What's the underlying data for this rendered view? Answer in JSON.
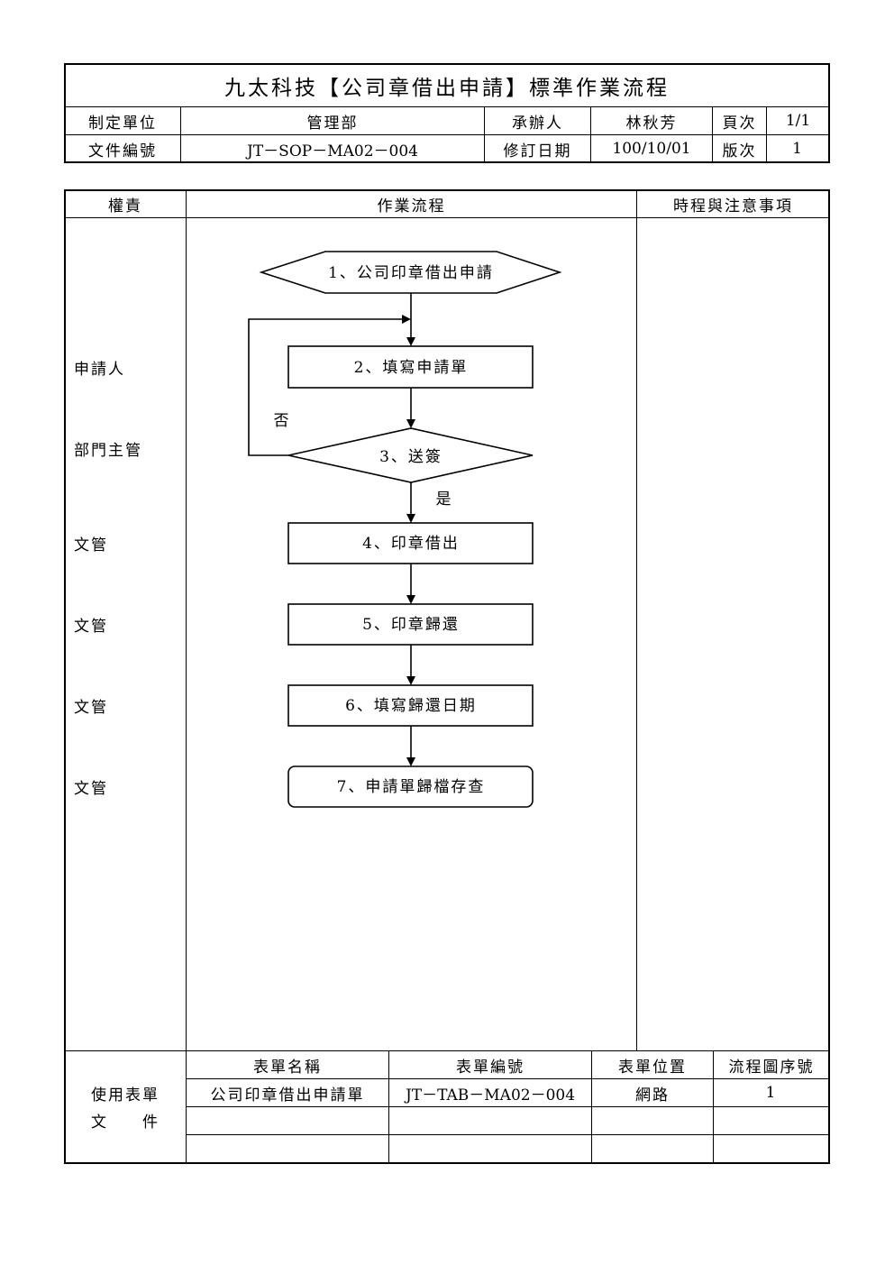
{
  "header": {
    "title": "九太科技【公司章借出申請】標準作業流程",
    "rows": [
      [
        "制定單位",
        "管理部",
        "承辦人",
        "林秋芳",
        "頁次",
        "1/1"
      ],
      [
        "文件編號",
        "JT－SOP－MA02－004",
        "修訂日期",
        "100/10/01",
        "版次",
        "1"
      ]
    ]
  },
  "columns": {
    "responsibility": "權責",
    "workflow": "作業流程",
    "notes": "時程與注意事項"
  },
  "responsibilities": [
    "申請人",
    "部門主管",
    "文管",
    "文管",
    "文管",
    "文管"
  ],
  "flowchart": {
    "steps": [
      {
        "id": 1,
        "label": "1、公司印章借出申請",
        "shape": "hexagon"
      },
      {
        "id": 2,
        "label": "2、填寫申請單",
        "shape": "rect"
      },
      {
        "id": 3,
        "label": "3、送簽",
        "shape": "diamond"
      },
      {
        "id": 4,
        "label": "4、印章借出",
        "shape": "rect"
      },
      {
        "id": 5,
        "label": "5、印章歸還",
        "shape": "rect"
      },
      {
        "id": 6,
        "label": "6、填寫歸還日期",
        "shape": "rect"
      },
      {
        "id": 7,
        "label": "7、申請單歸檔存查",
        "shape": "rounded-rect"
      }
    ],
    "no_label": "否",
    "yes_label": "是"
  },
  "forms": {
    "section_label_1": "使用表單",
    "section_label_2": "文　　件",
    "headers": [
      "表單名稱",
      "表單編號",
      "表單位置",
      "流程圖序號"
    ],
    "rows": [
      [
        "公司印章借出申請單",
        "JT－TAB－MA02－004",
        "網路",
        "1"
      ],
      [
        "",
        "",
        "",
        ""
      ],
      [
        "",
        "",
        "",
        ""
      ]
    ]
  }
}
